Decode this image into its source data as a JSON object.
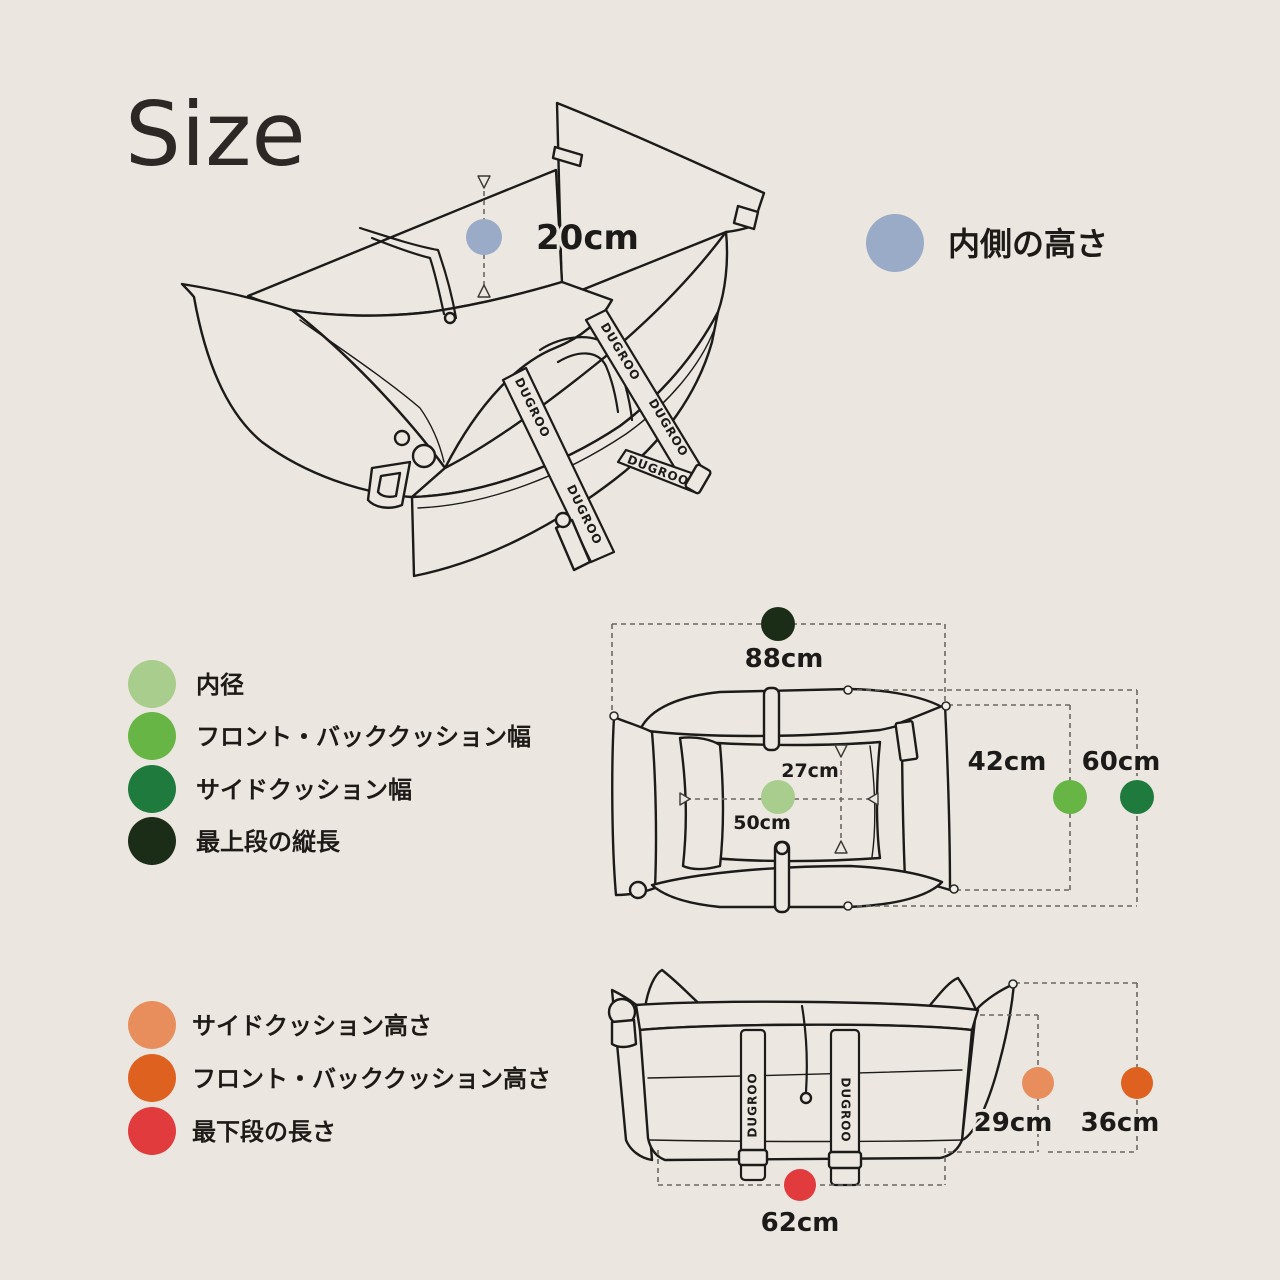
{
  "title": "Size",
  "strap_text": "DUGROO",
  "colors": {
    "background": "#ebe7e0",
    "line_art": "#1c1b19"
  },
  "section_top": {
    "legend": {
      "label": "内側の高さ",
      "color": "#9aabc7"
    },
    "measurements": {
      "inner_height": {
        "value": "20cm",
        "color": "#9aabc7"
      }
    }
  },
  "section_middle": {
    "legend": [
      {
        "label": "内径",
        "color": "#a8cd8c"
      },
      {
        "label": "フロント・バッククッション幅",
        "color": "#67b545"
      },
      {
        "label": "サイドクッション幅",
        "color": "#1f7b3d"
      },
      {
        "label": "最上段の縦長",
        "color": "#1b2d16"
      }
    ],
    "measurements": {
      "top_length": {
        "value": "88cm",
        "color": "#1b2d16"
      },
      "front_back_width": {
        "value": "42cm",
        "color": "#67b545"
      },
      "side_width": {
        "value": "60cm",
        "color": "#1f7b3d"
      },
      "inner_depth": {
        "value": "27cm"
      },
      "inner_width": {
        "value": "50cm",
        "color": "#a8cd8c"
      }
    }
  },
  "section_bottom": {
    "legend": [
      {
        "label": "サイドクッション高さ",
        "color": "#e88e5d"
      },
      {
        "label": "フロント・バッククッション高さ",
        "color": "#df611f"
      },
      {
        "label": "最下段の長さ",
        "color": "#e13b3d"
      }
    ],
    "measurements": {
      "side_height": {
        "value": "29cm",
        "color": "#e88e5d"
      },
      "front_back_height": {
        "value": "36cm",
        "color": "#df611f"
      },
      "bottom_length": {
        "value": "62cm",
        "color": "#e13b3d"
      }
    }
  }
}
